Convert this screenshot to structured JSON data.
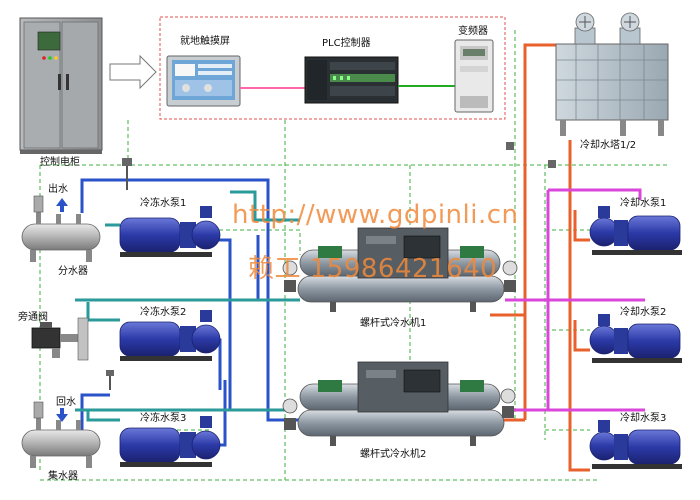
{
  "labels": {
    "control_cabinet": "控制电柜",
    "touchscreen": "就地触摸屏",
    "plc": "PLC控制器",
    "inverter": "变频器",
    "cooling_tower": "冷却水塔1/2",
    "outlet": "出水",
    "distributor": "分水器",
    "bypass_valve": "旁通阀",
    "return_water": "回水",
    "collector": "集水器",
    "chilled_pump_1": "冷冻水泵1",
    "chilled_pump_2": "冷冻水泵2",
    "chilled_pump_3": "冷冻水泵3",
    "chiller_1": "螺杆式冷水机1",
    "chiller_2": "螺杆式冷水机2",
    "cooling_pump_1": "冷却水泵1",
    "cooling_pump_2": "冷却水泵2",
    "cooling_pump_3": "冷却水泵3"
  },
  "watermark": {
    "url": "http://www.gdpinli.cn",
    "contact": "赖工 15986421640"
  },
  "colors": {
    "chilled_pipe": "#2a52c9",
    "chilled_return": "#2a9a9a",
    "cooling_pipe": "#e8602c",
    "cooling_tower_pipe": "#d946d9",
    "signal_dashed": "#3fb23f",
    "plc_link": "#ff66aa",
    "inverter_link": "#22aa22",
    "control_box_border": "#e05050"
  }
}
